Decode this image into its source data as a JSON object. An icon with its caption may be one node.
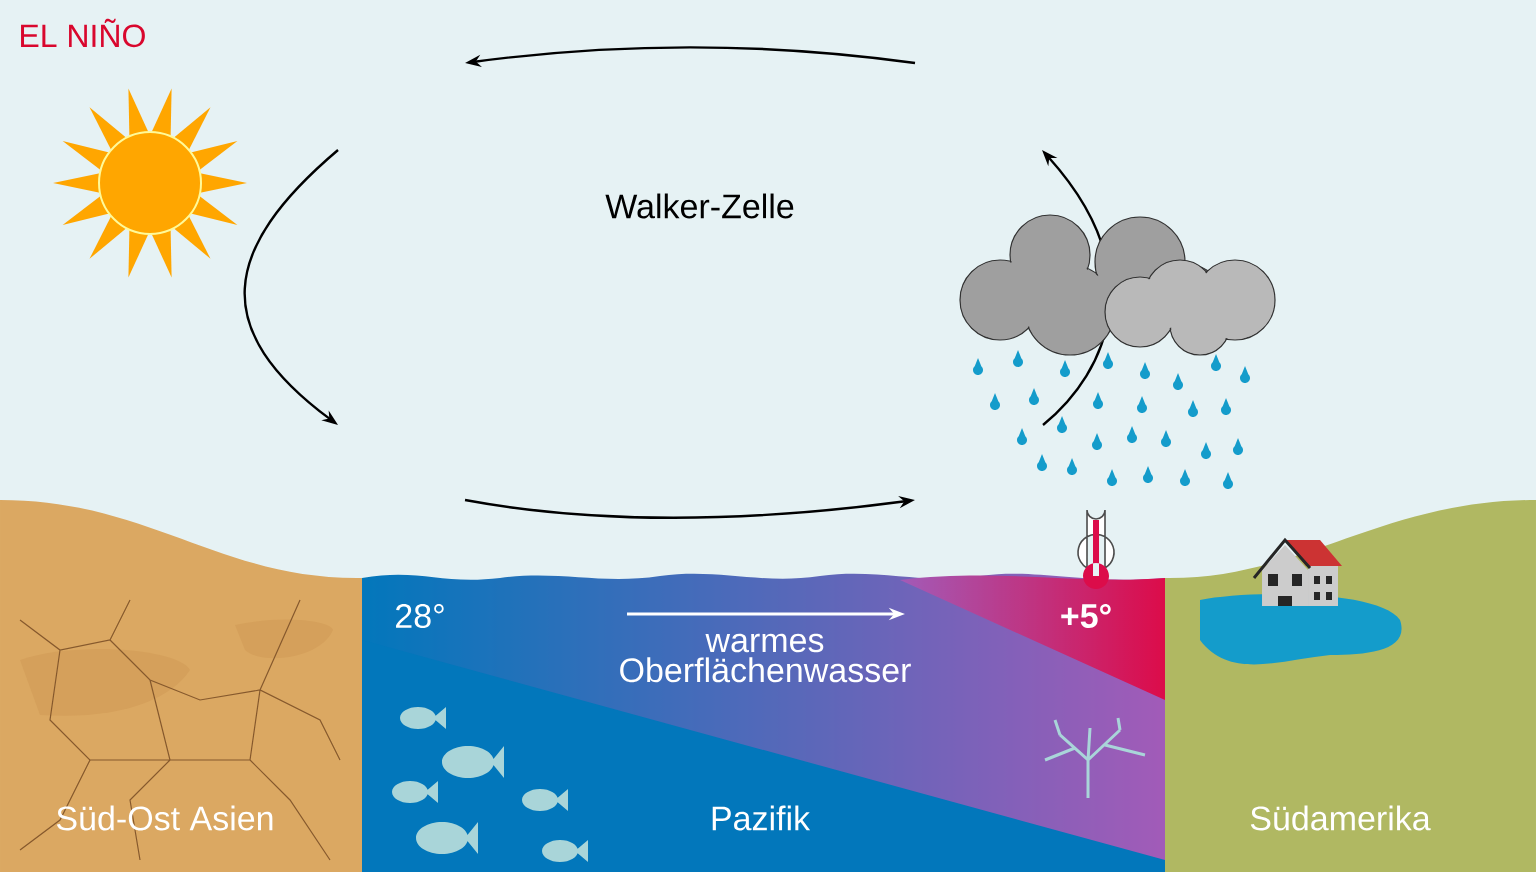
{
  "diagram": {
    "title": "EL NIÑO",
    "nodes": [
      {
        "text": [
          "Süd-Ost Asien"
        ]
      },
      {
        "text": [
          "Pazifik"
        ]
      },
      {
        "text": [
          "Südamerika"
        ]
      }
    ],
    "labels": [
      "Walker-Zelle",
      "28°",
      "warmes Oberflächenwasser",
      "+5°"
    ]
  }
}
